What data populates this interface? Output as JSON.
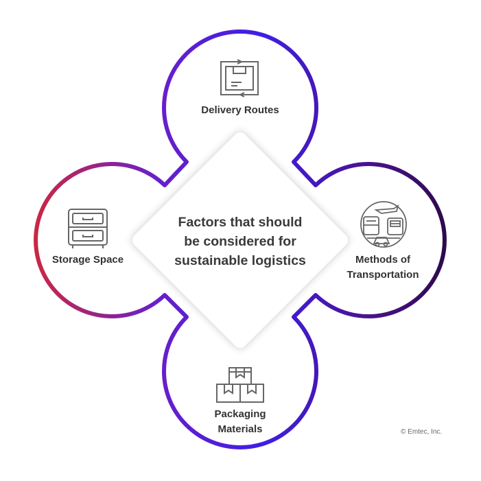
{
  "center": {
    "line1": "Factors that should",
    "line2": "be considered for",
    "line3": "sustainable logistics"
  },
  "nodes": {
    "top": {
      "line1": "Delivery Routes",
      "icon": "box-transfer-icon"
    },
    "right": {
      "line1": "Methods of",
      "line2": "Transportation",
      "icon": "transportation-icon"
    },
    "bottom": {
      "line1": "Packaging",
      "line2": "Materials",
      "icon": "stacked-boxes-icon"
    },
    "left": {
      "line1": "Storage Space",
      "icon": "drawer-cabinet-icon"
    }
  },
  "copyright": "© Emtec, Inc.",
  "colors": {
    "gradient_left": "#d0283a",
    "gradient_mid": "#5a18d8",
    "gradient_blue": "#3b1ee8",
    "gradient_right": "#2a0a45",
    "icon_stroke": "#666666"
  }
}
